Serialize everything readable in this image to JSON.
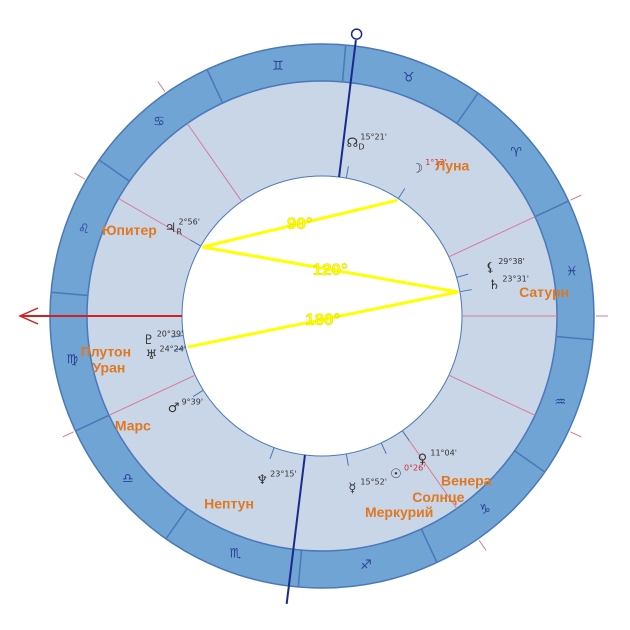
{
  "signs": [
    {
      "id": "gemini",
      "glyph": "♊",
      "angle": 100
    },
    {
      "id": "taurus",
      "glyph": "♉",
      "angle": 70
    },
    {
      "id": "aries",
      "glyph": "♈",
      "angle": 40
    },
    {
      "id": "pisces",
      "glyph": "♓",
      "angle": 10
    },
    {
      "id": "aquarius",
      "glyph": "♒",
      "angle": -20
    },
    {
      "id": "capricorn",
      "glyph": "♑",
      "angle": -50
    },
    {
      "id": "sagittarius",
      "glyph": "♐",
      "angle": -80
    },
    {
      "id": "scorpio",
      "glyph": "♏",
      "angle": -110
    },
    {
      "id": "libra",
      "glyph": "♎",
      "angle": -140
    },
    {
      "id": "virgo",
      "glyph": "♍",
      "angle": -170
    },
    {
      "id": "leo",
      "glyph": "♌",
      "angle": 160
    },
    {
      "id": "cancer",
      "glyph": "♋",
      "angle": 130
    }
  ],
  "planets": [
    {
      "id": "node",
      "glyph": "☊",
      "sub": "D",
      "deg": "15°21'",
      "name": "",
      "angle": 80,
      "red": false
    },
    {
      "id": "moon",
      "glyph": "☽",
      "sub": "",
      "deg": "1°12'",
      "name": "Луна",
      "angle": 57,
      "red": true
    },
    {
      "id": "lilith",
      "glyph": "⚸",
      "sub": "",
      "deg": "29°38'",
      "name": "",
      "angle": 16,
      "red": false
    },
    {
      "id": "saturn",
      "glyph": "♄",
      "sub": "",
      "deg": "23°31'",
      "name": "Сатурн",
      "angle": 10,
      "red": false
    },
    {
      "id": "jupiter",
      "glyph": "♃",
      "sub": "R",
      "deg": "2°56'",
      "name": "Юпитер",
      "angle": 150,
      "red": false
    },
    {
      "id": "pluto",
      "glyph": "♇",
      "sub": "",
      "deg": "20°39'",
      "name": "Плутон",
      "angle": 188,
      "red": false
    },
    {
      "id": "uranus",
      "glyph": "♅",
      "sub": "",
      "deg": "24°24'",
      "name": "Уран",
      "angle": 193,
      "red": false
    },
    {
      "id": "mars",
      "glyph": "♂",
      "sub": "",
      "deg": "9°39'",
      "name": "Марс",
      "angle": 212,
      "red": false
    },
    {
      "id": "neptune",
      "glyph": "♆",
      "sub": "",
      "deg": "23°15'",
      "name": "Нептун",
      "angle": 250,
      "red": false
    },
    {
      "id": "mercury",
      "glyph": "☿",
      "sub": "",
      "deg": "15°52'",
      "name": "Меркурий",
      "angle": 280,
      "red": false
    },
    {
      "id": "sun",
      "glyph": "☉",
      "sub": "",
      "deg": "0°26'",
      "name": "Солнце",
      "angle": 295,
      "red": true
    },
    {
      "id": "venus",
      "glyph": "♀",
      "sub": "",
      "deg": "11°04'",
      "name": "Венера",
      "angle": 305,
      "red": false
    }
  ],
  "aspects": [
    {
      "label": "90°",
      "from": "jupiter",
      "to": "moon"
    },
    {
      "label": "120°",
      "from": "jupiter",
      "to": "saturn"
    },
    {
      "label": "180°",
      "from": "uranus",
      "to": "saturn"
    }
  ],
  "houseCusps": [
    180,
    150,
    125,
    83,
    25,
    0,
    335,
    305,
    263,
    205
  ],
  "ascendant": {
    "angle": 180
  },
  "midheaven": {
    "angle": 83
  },
  "colors": {
    "outerRing": "#6fa4d4",
    "houseRing": "#c8d6e8",
    "innerCircle": "#ffffff",
    "divider": "#4a78b8",
    "cuspLine": "#d97a9a",
    "ascendant": "#d02020",
    "midheaven": "#1a2a8a",
    "aspect": "#ffff00",
    "labelText": "#e07820"
  }
}
